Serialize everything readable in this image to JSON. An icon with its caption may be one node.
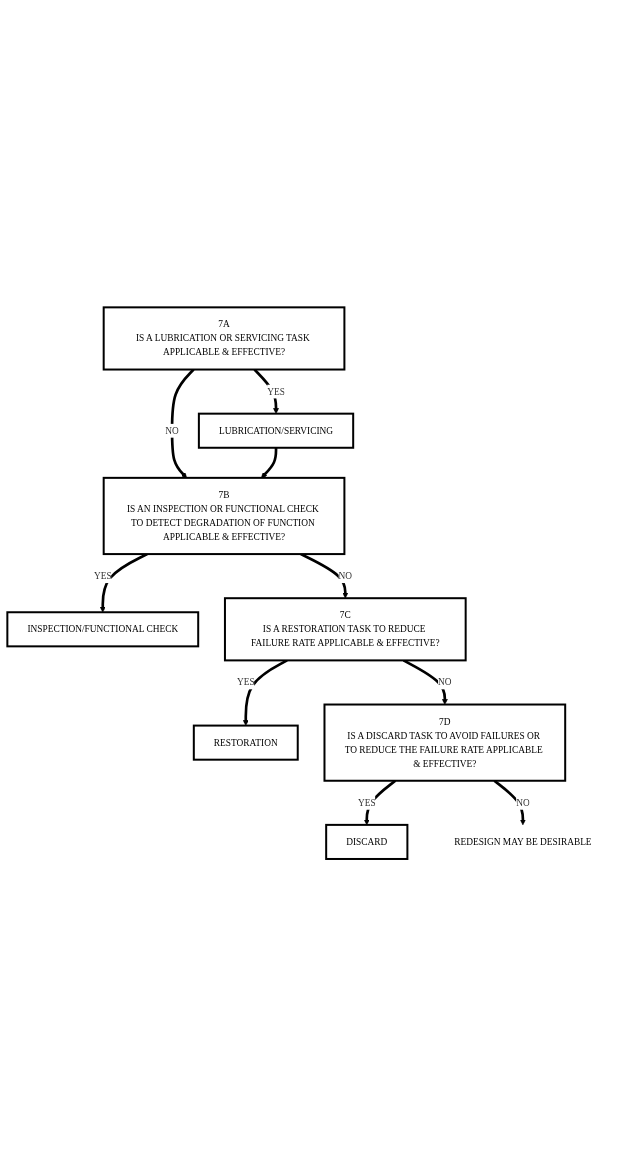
{
  "diagram": {
    "nodes": [
      {
        "text": [
          "7A",
          "IS A LUBRICATION OR SERVICING TASK APPLICABLE & EFFECTIVE?"
        ]
      },
      {
        "text": [
          "LUBRICATION/SERVICING"
        ]
      },
      {
        "text": [
          "7B",
          "IS AN INSPECTION OR FUNCTIONAL CHECK TO DETECT DEGRADATION OF FUNCTION APPLICABLE & EFFECTIVE?"
        ]
      },
      {
        "text": [
          "INSPECTION/FUNCTIONAL CHECK"
        ]
      },
      {
        "text": [
          "7C",
          "IS A RESTORATION TASK TO REDUCE FAILURE RATE APPLICABLE & EFFECTIVE?"
        ]
      },
      {
        "text": [
          "RESTORATION"
        ]
      },
      {
        "text": [
          "7D",
          "IS A DISCARD TASK TO AVOID FAILURES OR TO REDUCE THE FAILURE RATE APPLICABLE & EFFECTIVE?"
        ]
      },
      {
        "text": [
          "DISCARD"
        ]
      },
      {
        "text": [
          "REDESIGN MAY BE DESIRABLE"
        ]
      }
    ],
    "edges": [
      {
        "from": 0,
        "to": 1,
        "arrow": "to",
        "label": "YES"
      },
      {
        "from": 0,
        "to": 2,
        "arrow": "to",
        "label": "NO"
      },
      {
        "from": 1,
        "to": 2,
        "arrow": "to"
      },
      {
        "from": 2,
        "to": 3,
        "arrow": "to",
        "label": "YES"
      },
      {
        "from": 2,
        "to": 4,
        "arrow": "to",
        "label": "NO"
      },
      {
        "from": 4,
        "to": 5,
        "arrow": "to",
        "label": "YES"
      },
      {
        "from": 4,
        "to": 6,
        "arrow": "to",
        "label": "NO"
      },
      {
        "from": 6,
        "to": 7,
        "arrow": "to",
        "label": "YES"
      },
      {
        "from": 6,
        "to": 8,
        "arrow": "to",
        "label": "NO"
      }
    ]
  }
}
